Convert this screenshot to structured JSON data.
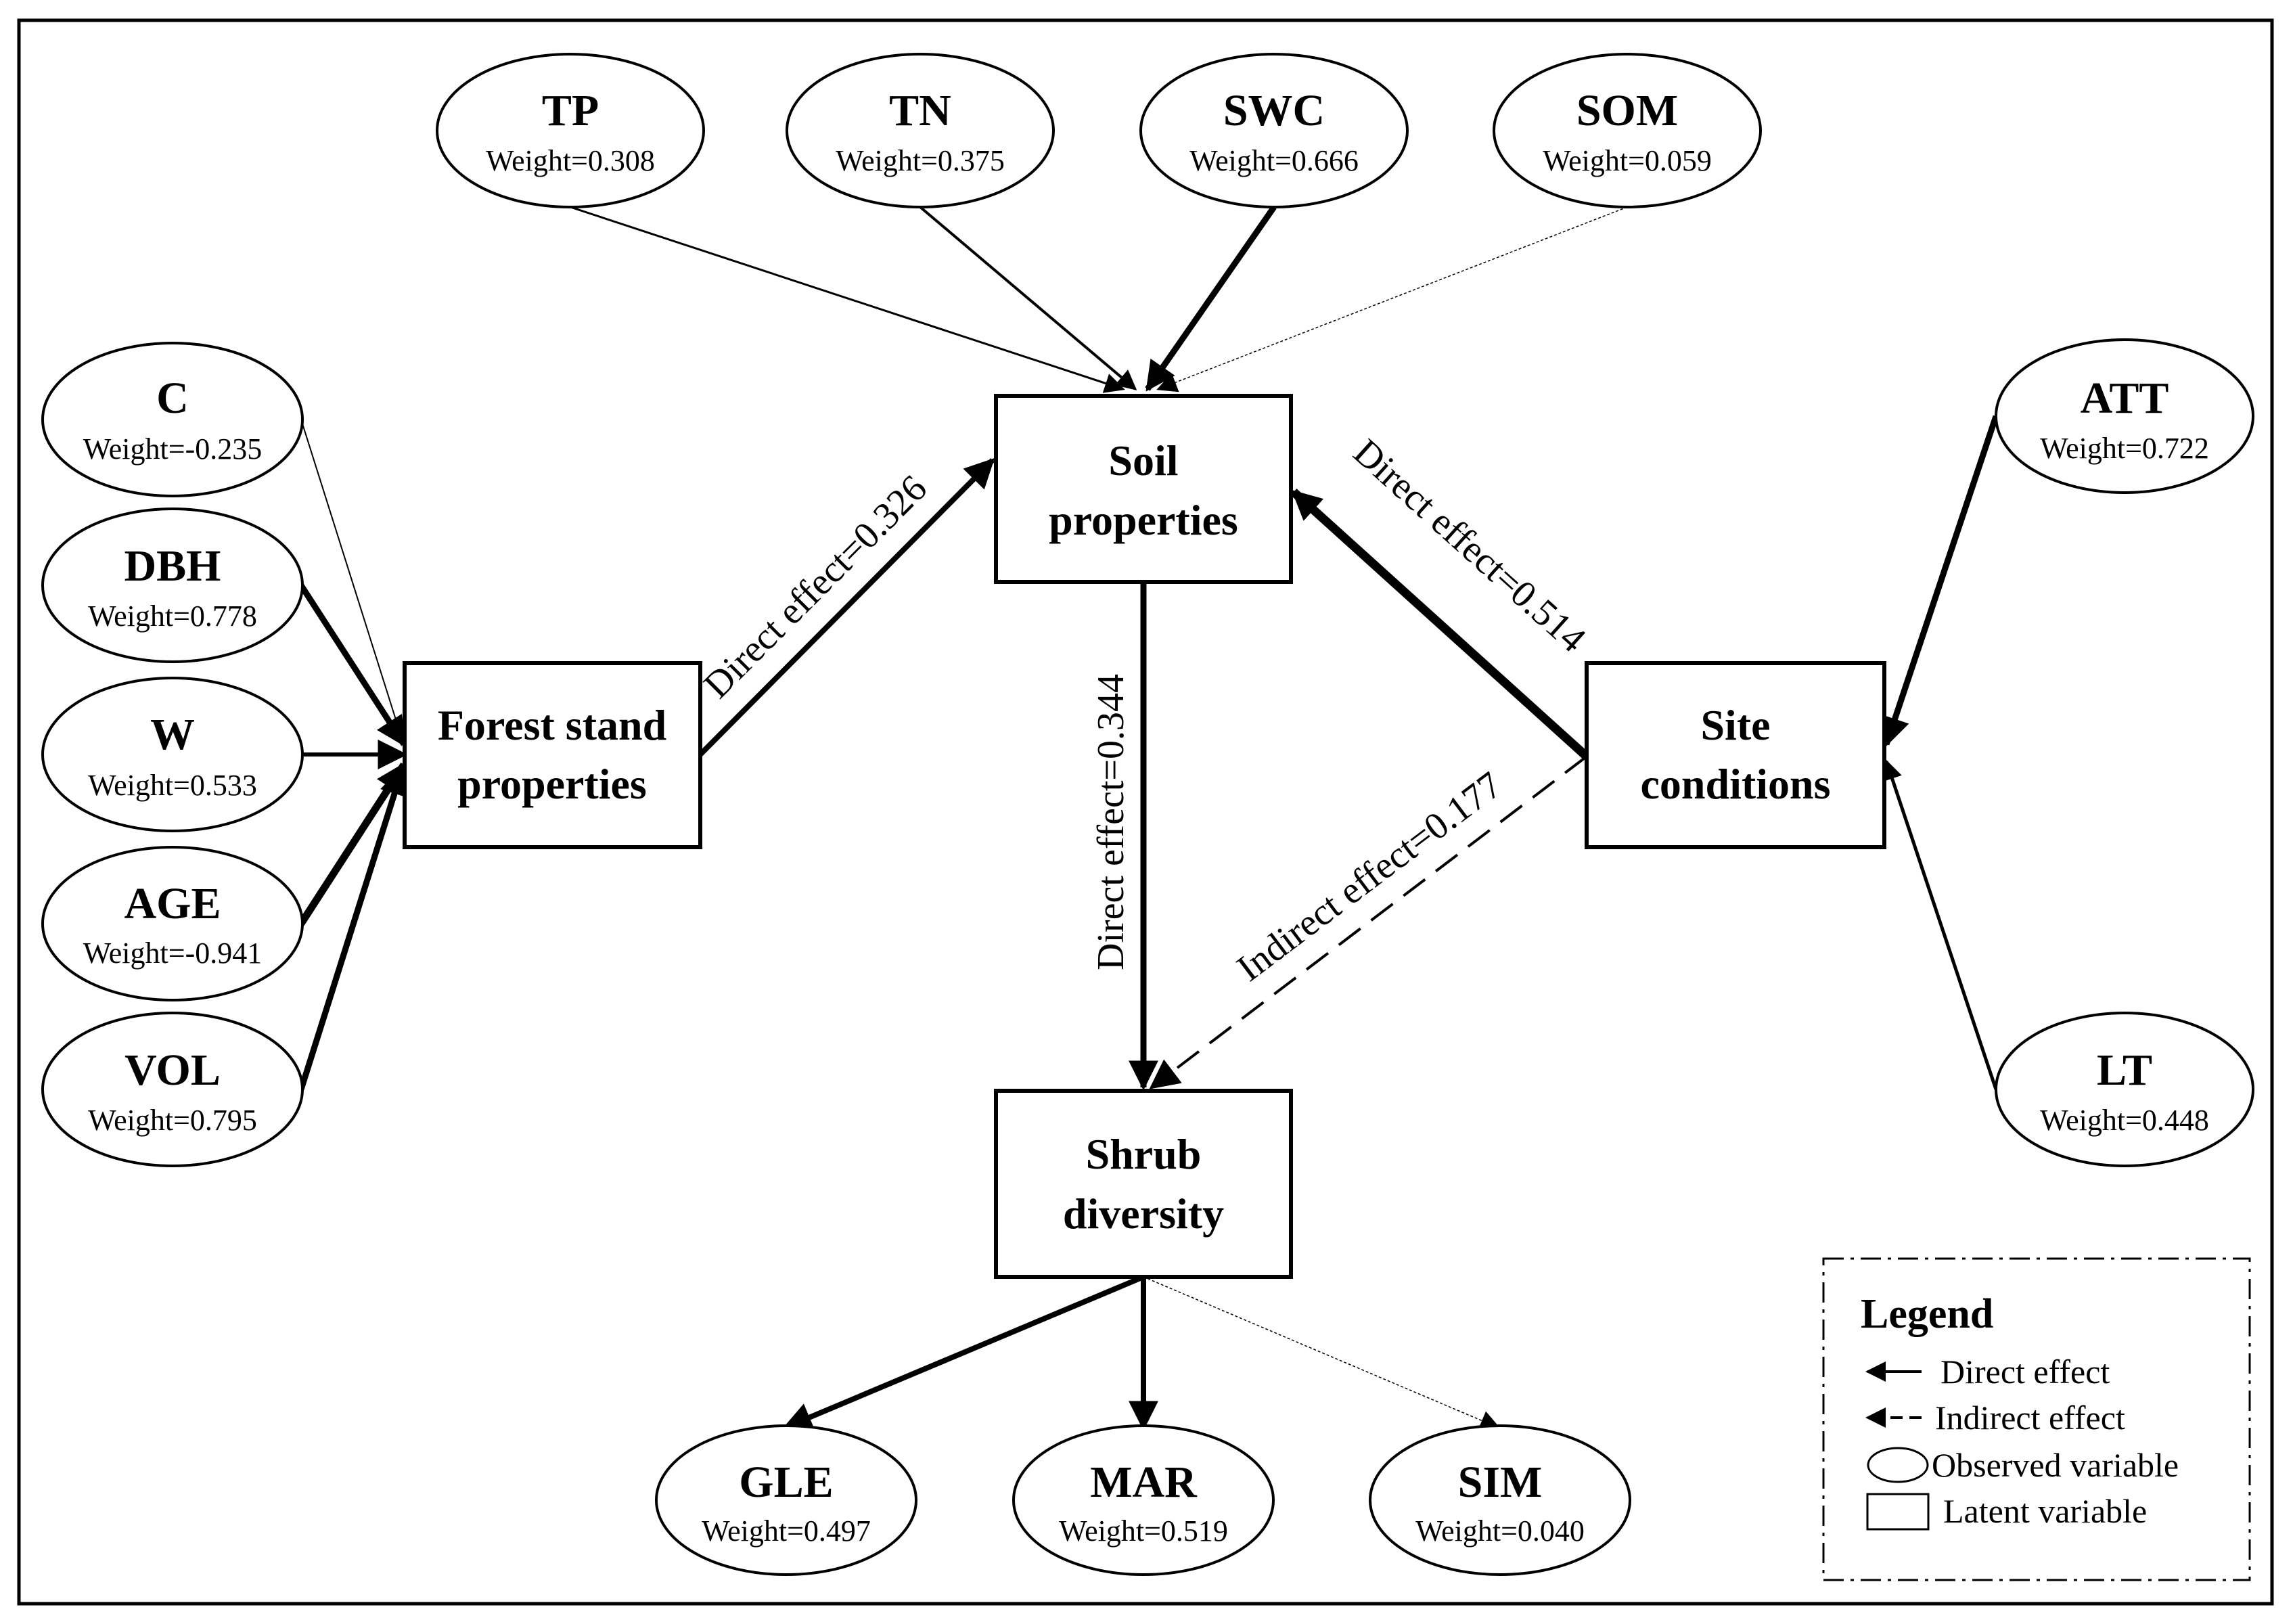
{
  "observed": {
    "TP": {
      "name": "TP",
      "weight": "Weight=0.308"
    },
    "TN": {
      "name": "TN",
      "weight": "Weight=0.375"
    },
    "SWC": {
      "name": "SWC",
      "weight": "Weight=0.666"
    },
    "SOM": {
      "name": "SOM",
      "weight": "Weight=0.059"
    },
    "C": {
      "name": "C",
      "weight": "Weight=-0.235"
    },
    "DBH": {
      "name": "DBH",
      "weight": "Weight=0.778"
    },
    "W": {
      "name": "W",
      "weight": "Weight=0.533"
    },
    "AGE": {
      "name": "AGE",
      "weight": "Weight=-0.941"
    },
    "VOL": {
      "name": "VOL",
      "weight": "Weight=0.795"
    },
    "ATT": {
      "name": "ATT",
      "weight": "Weight=0.722"
    },
    "LT": {
      "name": "LT",
      "weight": "Weight=0.448"
    },
    "GLE": {
      "name": "GLE",
      "weight": "Weight=0.497"
    },
    "MAR": {
      "name": "MAR",
      "weight": "Weight=0.519"
    },
    "SIM": {
      "name": "SIM",
      "weight": "Weight=0.040"
    }
  },
  "latent": {
    "soil": {
      "line1": "Soil",
      "line2": "properties"
    },
    "forest": {
      "line1": "Forest stand",
      "line2": "properties"
    },
    "site": {
      "line1": "Site",
      "line2": "conditions"
    },
    "shrub": {
      "line1": "Shrub",
      "line2": "diversity"
    }
  },
  "effects": {
    "forest_to_soil": "Direct effect=0.326",
    "site_to_soil": "Direct effect=0.514",
    "soil_to_shrub": "Direct effect=0.344",
    "site_to_shrub": "Indirect effect=0.177"
  },
  "legend": {
    "title": "Legend",
    "direct": "Direct effect",
    "indirect": "Indirect effect",
    "observed": "Observed variable",
    "latent": "Latent variable"
  }
}
